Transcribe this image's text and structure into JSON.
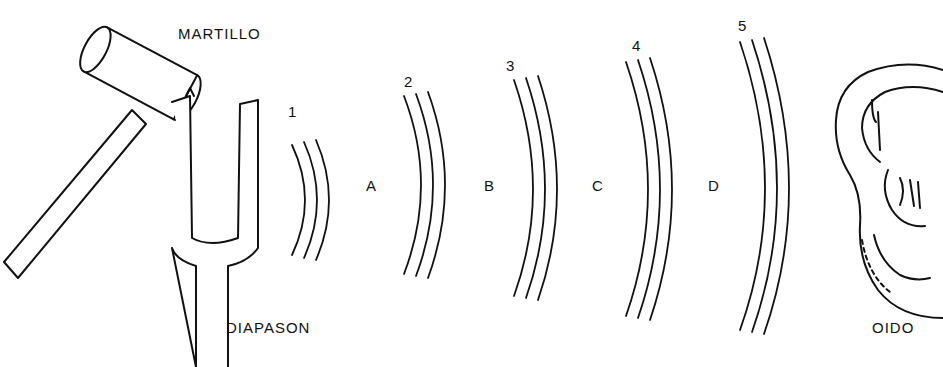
{
  "diagram": {
    "labels": [
      "MARTILLO",
      "DIAPASON",
      "1",
      "2",
      "3",
      "4",
      "5",
      "A",
      "B",
      "C",
      "D",
      "OIDO"
    ]
  }
}
